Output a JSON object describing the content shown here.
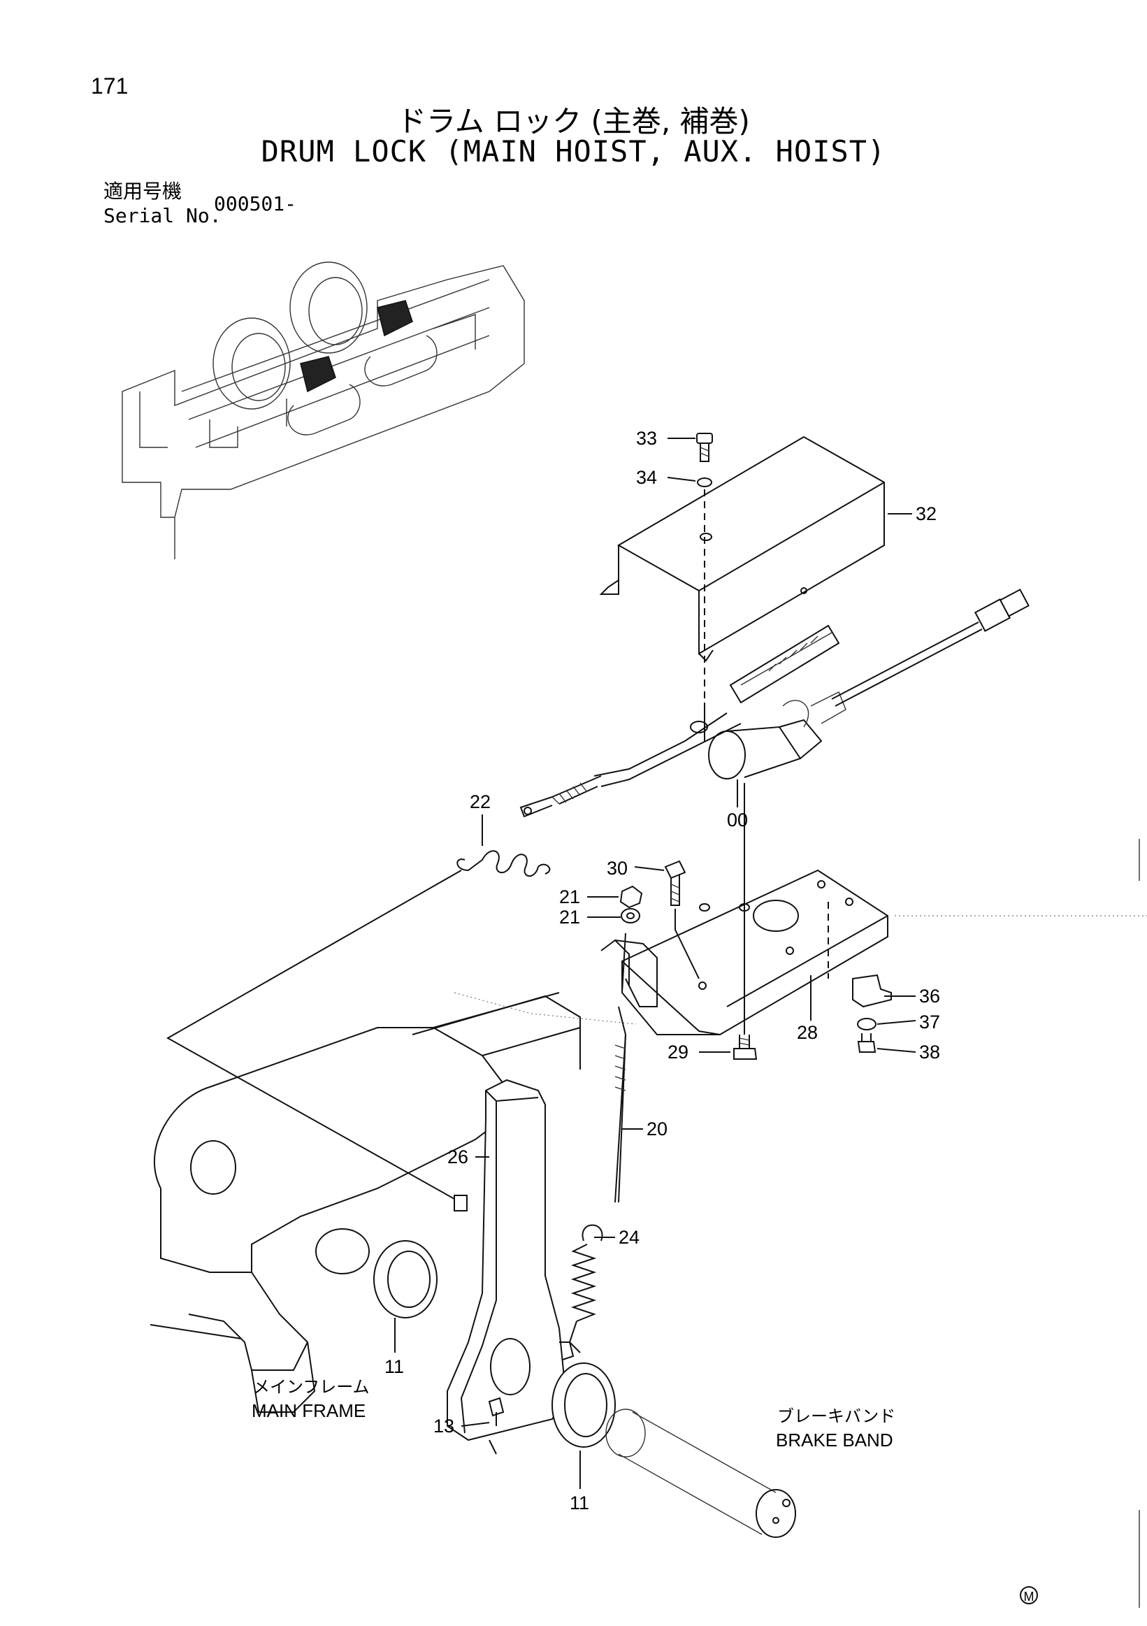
{
  "header": {
    "page_number": "171",
    "title_jp": "ドラム ロック (主巻, 補巻)",
    "title_en": "DRUM LOCK (MAIN HOIST, AUX. HOIST)",
    "serial_label_jp": "適用号機",
    "serial_label_en": "Serial No.",
    "serial_value": "000501-"
  },
  "part_labels": {
    "p00": "00",
    "p11a": "11",
    "p11b": "11",
    "p13": "13",
    "p20": "20",
    "p21a": "21",
    "p21b": "21",
    "p22": "22",
    "p24": "24",
    "p26": "26",
    "p28": "28",
    "p29": "29",
    "p30": "30",
    "p32": "32",
    "p33": "33",
    "p34": "34",
    "p36": "36",
    "p37": "37",
    "p38": "38"
  },
  "captions": {
    "main_frame_jp": "メインフレーム",
    "main_frame_en": "MAIN FRAME",
    "brake_band_jp": "ブレーキバンド",
    "brake_band_en": "BRAKE BAND"
  },
  "footer": {
    "mark": "M"
  }
}
